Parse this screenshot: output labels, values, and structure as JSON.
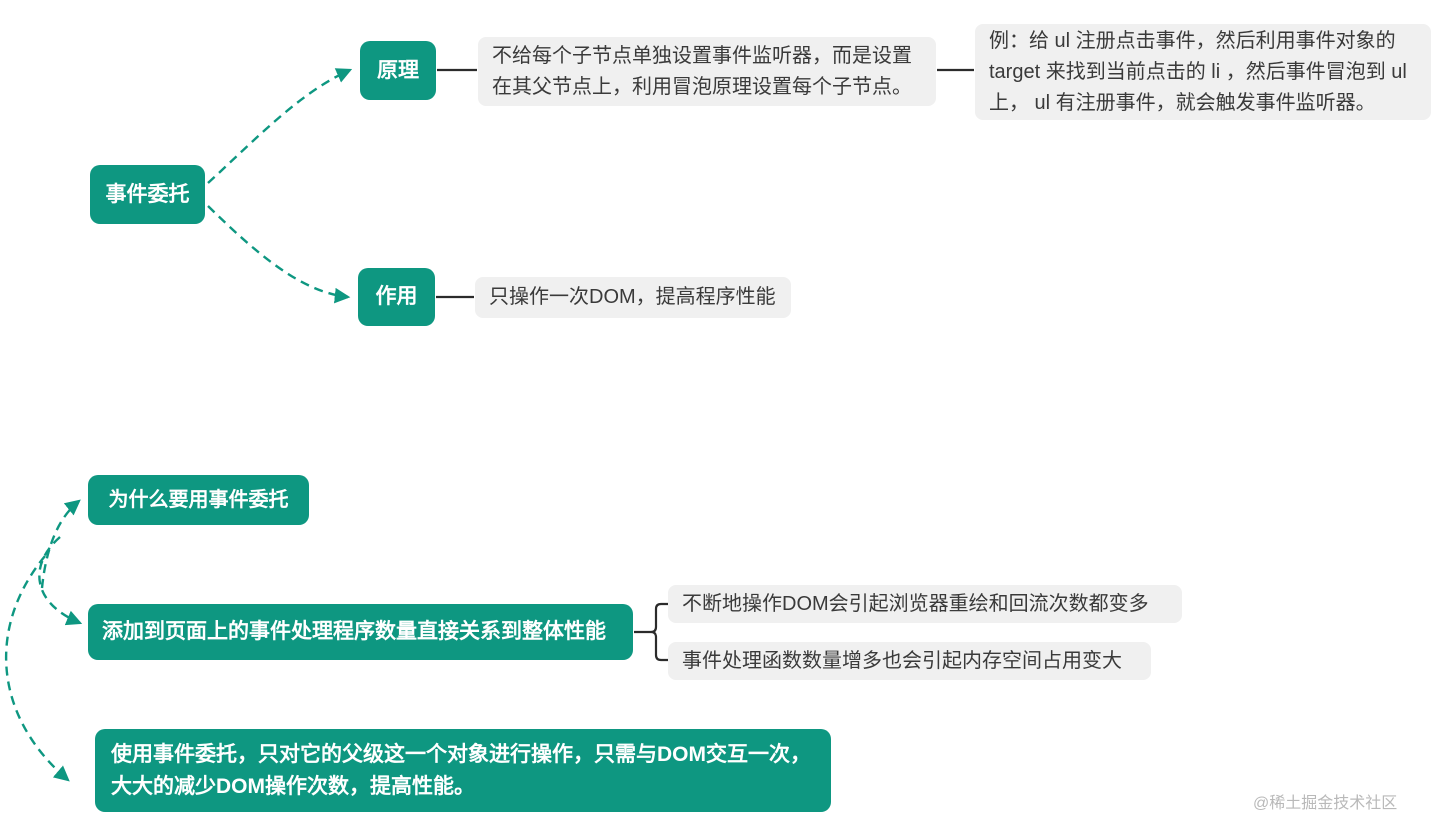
{
  "watermark": "@稀土掘金技术社区",
  "colors": {
    "node_bg": "#0e9781",
    "node_text": "#ffffff",
    "desc_bg": "#f0f0f0",
    "desc_text": "#3a3a3a",
    "connector": "#2b2b2b",
    "arrow_dashed": "#0e9781",
    "background": "#ffffff"
  },
  "map1": {
    "root": "事件委托",
    "principle": {
      "label": "原理",
      "desc": "不给每个子节点单独设置事件监听器，而是设置在其父节点上，利用冒泡原理设置每个子节点。",
      "example": "例：给 ul 注册点击事件，然后利用事件对象的 target 来找到当前点击的 li ，然后事件冒泡到 ul 上， ul 有注册事件，就会触发事件监听器。"
    },
    "effect": {
      "label": "作用",
      "desc": "只操作一次DOM，提高程序性能"
    }
  },
  "map2": {
    "root": "为什么要用事件委托",
    "reason1": {
      "label": "添加到页面上的事件处理程序数量直接关系到整体性能",
      "details": [
        "不断地操作DOM会引起浏览器重绘和回流次数都变多",
        "事件处理函数数量增多也会引起内存空间占用变大"
      ]
    },
    "reason2": {
      "label": "使用事件委托，只对它的父级这一个对象进行操作，只需与DOM交互一次，大大的减少DOM操作次数，提高性能。"
    }
  }
}
